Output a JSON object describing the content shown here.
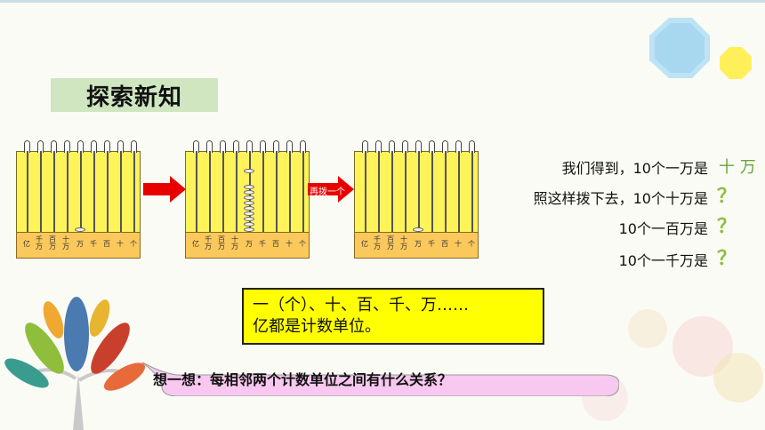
{
  "title": "探索新知",
  "abacus_labels": [
    "亿",
    "千万",
    "百万",
    "十万",
    "万",
    "千",
    "百",
    "十",
    "个"
  ],
  "abacus_beads_count": [
    1,
    9,
    1
  ],
  "arrow2_label": "再拨一个",
  "questions": [
    {
      "text": "我们得到，10个一万是",
      "answer": "十 万"
    },
    {
      "text": "照这样拨下去，10个十万是",
      "answer": "？"
    },
    {
      "text": "10个一百万是",
      "answer": "？"
    },
    {
      "text": "10个一千万是",
      "answer": "？"
    }
  ],
  "box_line1": "一（个）、十、百、千、万……",
  "box_line2": "亿都是计数单位。",
  "think_text": "想一想：每相邻两个计数单位之间有什么关系？",
  "colors": {
    "frame": "#fff35a",
    "base": "#fbc85c",
    "arrow": "#e80000",
    "answer": "#6aa33a",
    "box": "#ffff00",
    "bubble": "#f8c8f0"
  }
}
